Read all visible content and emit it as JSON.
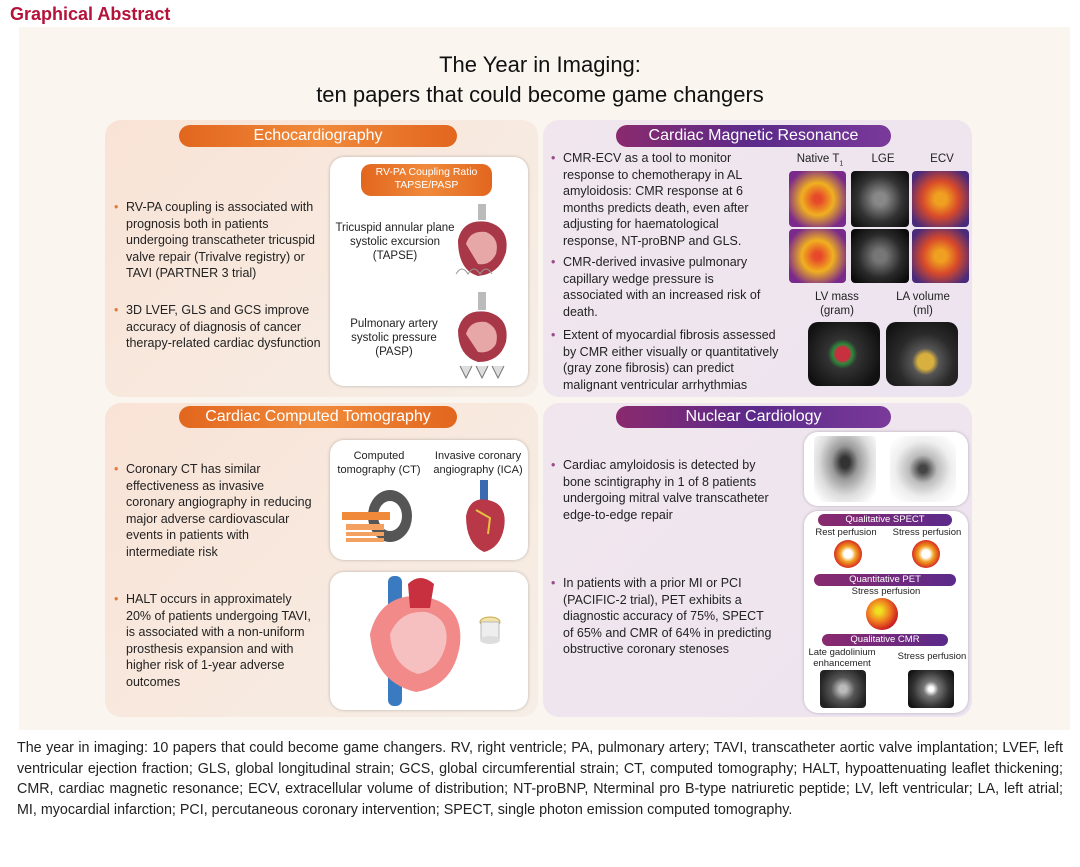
{
  "header": {
    "label": "Graphical Abstract"
  },
  "title": {
    "line1": "The Year in Imaging:",
    "line2": "ten papers that could become game changers"
  },
  "echo": {
    "heading": "Echocardiography",
    "bullet1": "RV-PA coupling is associated with prognosis both in patients undergoing transcatheter tricuspid valve repair (Trivalve registry) or TAVI (PARTNER 3 trial)",
    "bullet2": "3D LVEF, GLS and GCS improve accuracy of diagnosis of cancer therapy-related cardiac dysfunction",
    "card": {
      "ratio_title_1": "RV-PA Coupling Ratio",
      "ratio_title_2": "TAPSE/PASP",
      "tapse_label": "Tricuspid annular plane systolic excursion (TAPSE)",
      "pasp_label": "Pulmonary artery systolic pressure (PASP)"
    }
  },
  "cmr": {
    "heading": "Cardiac Magnetic Resonance",
    "bullet1": "CMR-ECV as a tool to monitor response to chemotherapy in AL amyloidosis: CMR response at 6 months predicts death, even after adjusting for haematological response, NT-proBNP and GLS.",
    "bullet2": "CMR-derived invasive pulmonary capillary wedge pressure is associated with an increased risk of death.",
    "bullet3": "Extent of myocardial fibrosis assessed by CMR either visually or quantitatively (gray zone fibrosis) can predict malignant ventricular arrhythmias",
    "labels": {
      "native": "Native T",
      "native_sub": "1",
      "lge": "LGE",
      "ecv": "ECV",
      "lvmass": "LV mass (gram)",
      "lavol": "LA volume (ml)"
    }
  },
  "ct": {
    "heading": "Cardiac Computed Tomography",
    "bullet1": "Coronary CT has similar effectiveness as invasive coronary angiography in reducing major adverse cardiovascular events in patients with intermediate risk",
    "bullet2": "HALT occurs in approximately 20% of patients undergoing TAVI, is associated with a non-uniform prosthesis expansion and with higher risk of 1-year adverse outcomes",
    "card": {
      "ct_label": "Computed tomography (CT)",
      "ica_label": "Invasive coronary angiography (ICA)"
    }
  },
  "nuc": {
    "heading": "Nuclear Cardiology",
    "bullet1": "Cardiac amyloidosis is detected by bone scintigraphy in 1 of 8 patients undergoing mitral valve transcatheter edge-to-edge repair",
    "bullet2": "In patients with a prior MI or PCI (PACIFIC-2 trial), PET exhibits a diagnostic accuracy of 75%, SPECT of 65% and CMR of 64% in predicting obstructive coronary stenoses",
    "card": {
      "qual_spect": "Qualitative SPECT",
      "rest": "Rest perfusion",
      "stress": "Stress perfusion",
      "quant_pet": "Quantitative PET",
      "pet_stress": "Stress perfusion",
      "qual_cmr": "Qualitative CMR",
      "lge": "Late gadolinium enhancement",
      "cmr_stress": "Stress perfusion"
    }
  },
  "caption": "The year in imaging: 10 papers that could become game changers. RV, right ventricle; PA, pulmonary artery; TAVI, transcatheter aortic valve implantation; LVEF, left ventricular ejection fraction; GLS, global longitudinal strain; GCS, global circumferential strain; CT, computed tomography; HALT, hypoattenuating leaflet thickening; CMR, cardiac magnetic resonance; ECV, extracellular volume of distribution; NT-proBNP, Nterminal pro B-type natriuretic peptide; LV, left ventricular; LA, left atrial; MI, myocardial infarction; PCI, percutaneous coronary intervention; SPECT, single photon emission computed tomography."
}
